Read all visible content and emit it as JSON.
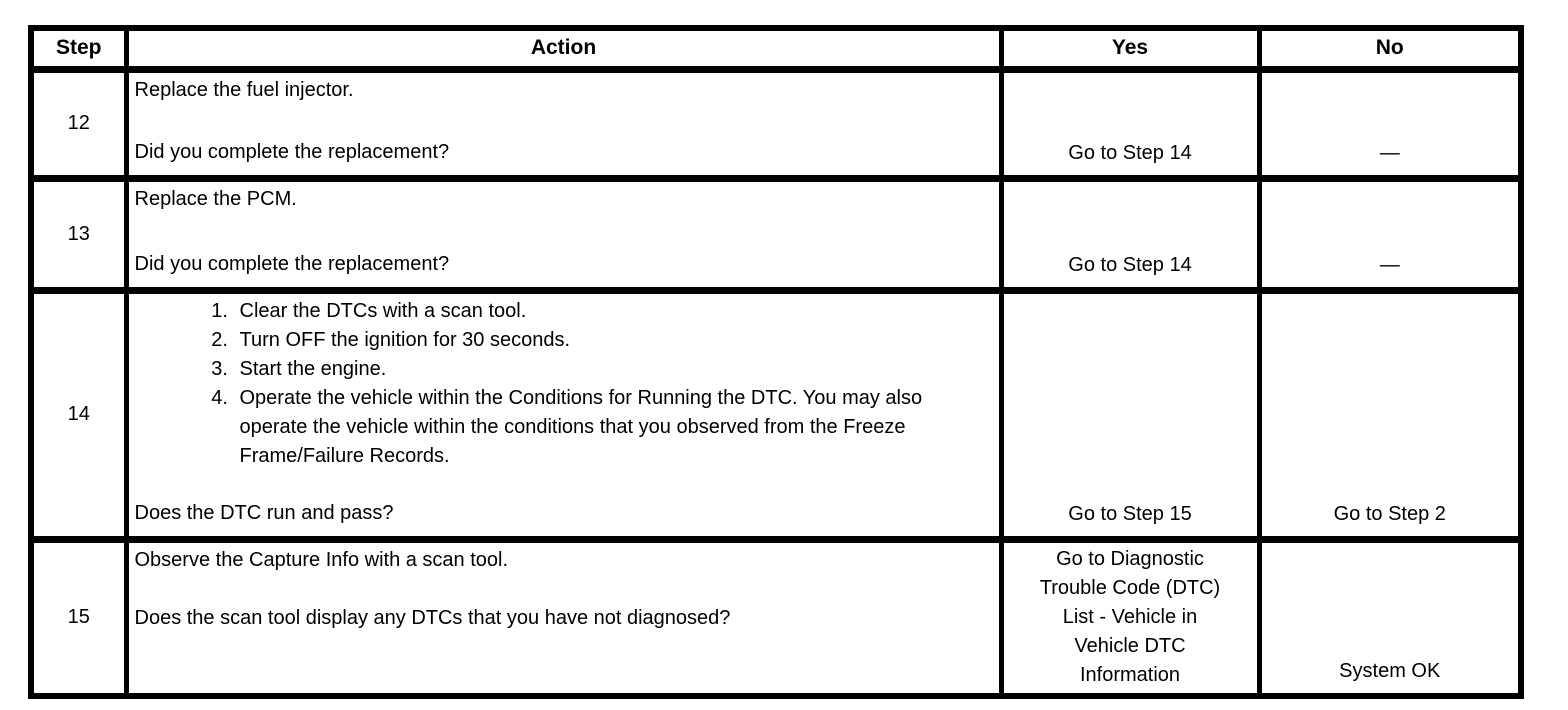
{
  "table": {
    "headers": [
      "Step",
      "Action",
      "Yes",
      "No"
    ],
    "rows": [
      {
        "step": "12",
        "statement": "Replace the fuel injector.",
        "question": "Did you complete the replacement?",
        "yes": "Go to Step 14",
        "no": "—"
      },
      {
        "step": "13",
        "statement": "Replace the PCM.",
        "question": "Did you complete the replacement?",
        "yes": "Go to Step 14",
        "no": "—"
      },
      {
        "step": "14",
        "list": [
          "Clear the DTCs with a scan tool.",
          "Turn OFF the ignition for 30 seconds.",
          "Start the engine.",
          "Operate the vehicle within the Conditions for Running the DTC. You may also operate the vehicle within the conditions that you observed from the Freeze Frame/Failure Records."
        ],
        "question": "Does the DTC run and pass?",
        "yes": "Go to Step 15",
        "no": "Go to Step 2"
      },
      {
        "step": "15",
        "statement": "Observe the Capture Info with a scan tool.",
        "question": "Does the scan tool display any DTCs that you have not diagnosed?",
        "yes": "Go to Diagnostic\nTrouble Code (DTC)\nList - Vehicle in\nVehicle DTC\nInformation",
        "no": "System OK"
      }
    ],
    "colors": {
      "border": "#000000",
      "background": "#ffffff",
      "text": "#000000"
    }
  }
}
